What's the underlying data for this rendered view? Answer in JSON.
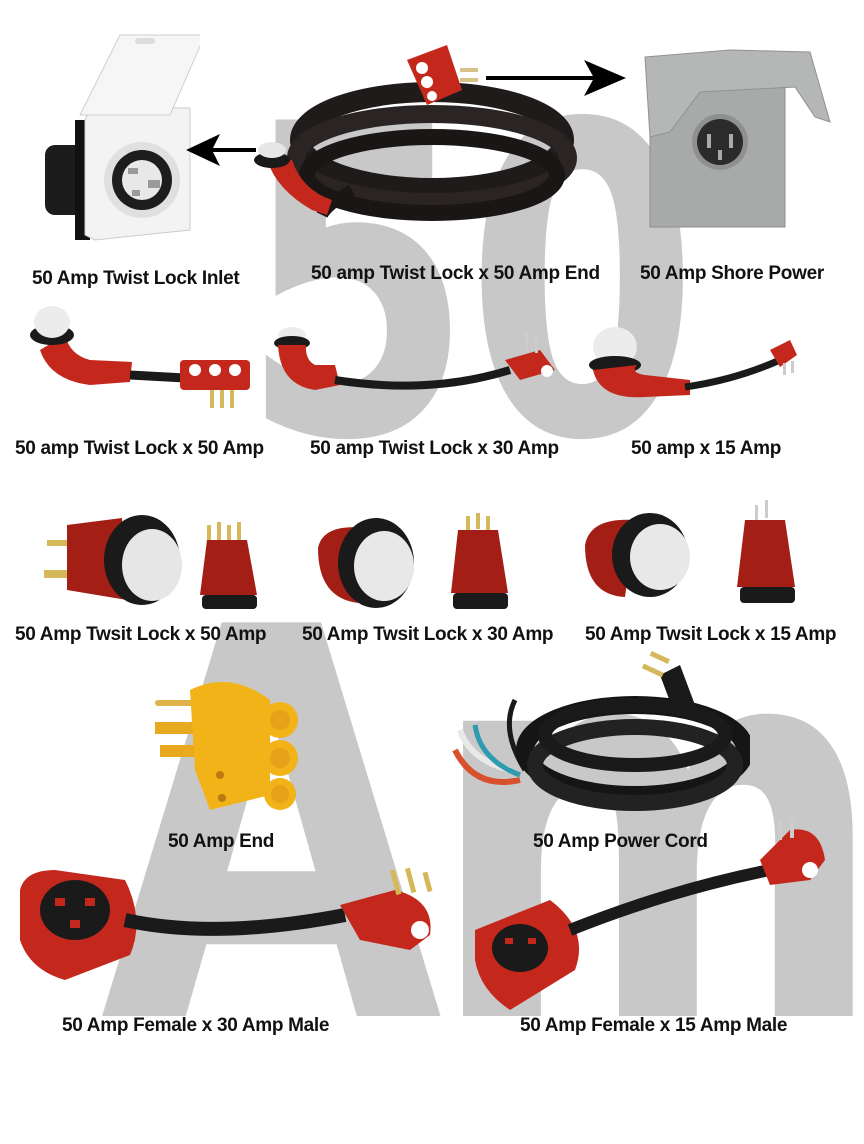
{
  "watermark": {
    "line1": "50",
    "line2": "Amp",
    "color": "#c8c8c8"
  },
  "rows": [
    {
      "items": [
        {
          "id": "twist-lock-inlet",
          "caption": "50 Amp Twist Lock Inlet"
        },
        {
          "id": "twist-lock-x-50-end-cord",
          "caption": "50 amp Twist Lock x 50 Amp End"
        },
        {
          "id": "shore-power",
          "caption": "50 Amp Shore Power"
        }
      ]
    },
    {
      "items": [
        {
          "id": "pigtail-twist-lock-50",
          "caption": "50 amp Twist Lock x 50 Amp"
        },
        {
          "id": "pigtail-twist-lock-30",
          "caption": "50 amp Twist Lock x 30 Amp"
        },
        {
          "id": "pigtail-50-15",
          "caption": "50 amp x 15 Amp"
        }
      ]
    },
    {
      "items": [
        {
          "id": "adapter-twist-50",
          "caption": "50 Amp Twsit Lock x 50 Amp"
        },
        {
          "id": "adapter-twist-30",
          "caption": "50 Amp Twsit Lock x 30 Amp"
        },
        {
          "id": "adapter-twist-15",
          "caption": "50 Amp Twsit Lock x 15 Amp"
        }
      ]
    },
    {
      "items": [
        {
          "id": "amp-end",
          "caption": "50 Amp End"
        },
        {
          "id": "power-cord",
          "caption": "50 Amp Power Cord"
        }
      ]
    },
    {
      "items": [
        {
          "id": "female-50-male-30",
          "caption": "50 Amp Female x 30 Amp Male"
        },
        {
          "id": "female-50-male-15",
          "caption": "50 Amp Female x 15 Amp Male"
        }
      ]
    }
  ],
  "colors": {
    "red": "#c4281c",
    "darkred": "#8e1a12",
    "black": "#1a1a1a",
    "yellow": "#f2b318",
    "gray": "#a9acaa",
    "white": "#f4f4f4"
  }
}
